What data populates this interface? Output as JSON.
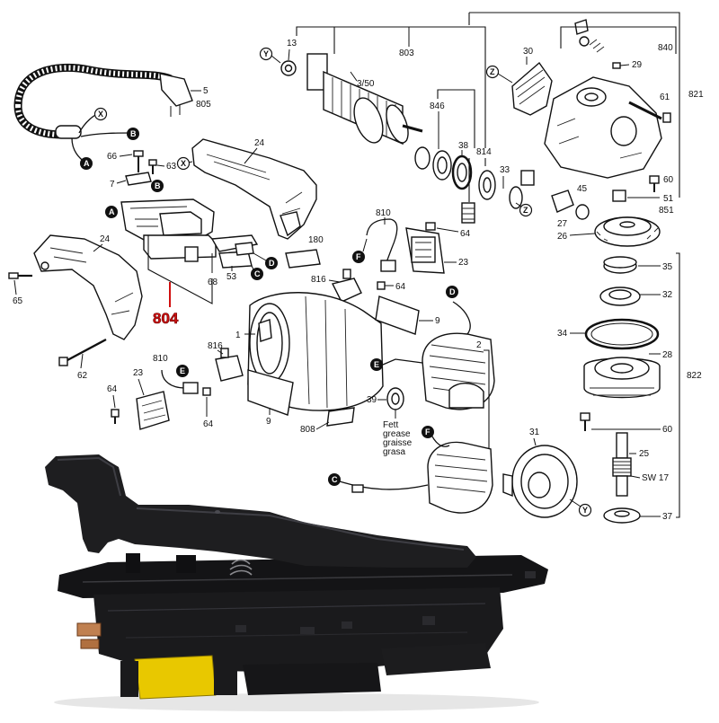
{
  "highlight": {
    "label": "804",
    "color": "#d01010"
  },
  "callouts": {
    "n5": "5",
    "n805": "805",
    "n13": "13",
    "n350": "3/50",
    "n803": "803",
    "n846": "846",
    "n38": "38",
    "n814": "814",
    "n33": "33",
    "n30": "30",
    "n840": "840",
    "n29": "29",
    "n821": "821",
    "n61": "61",
    "n60a": "60",
    "n51": "51",
    "n851": "851",
    "n45": "45",
    "n27": "27",
    "n26": "26",
    "n24a": "24",
    "n24b": "24",
    "n66": "66",
    "n63": "63",
    "n7": "7",
    "n68": "68",
    "n53": "53",
    "n65": "65",
    "n62": "62",
    "n810a": "810",
    "n64a": "64",
    "n180": "180",
    "n23a": "23",
    "n816a": "816",
    "n64b": "64",
    "n1": "1",
    "n9a": "9",
    "n2": "2",
    "n35": "35",
    "n32": "32",
    "n34": "34",
    "n28": "28",
    "n822": "822",
    "n60b": "60",
    "n25": "25",
    "sw17": "SW 17",
    "n37": "37",
    "n31": "31",
    "n816b": "816",
    "n810b": "810",
    "n23b": "23",
    "n64c": "64",
    "n64d": "64",
    "n9b": "9",
    "n808": "808",
    "n39": "39"
  },
  "grease_note": [
    "Fett",
    "grease",
    "graisse",
    "grasa"
  ],
  "connectors": {
    "A": "A",
    "B": "B",
    "C": "C",
    "D": "D",
    "E": "E",
    "F": "F",
    "X": "X",
    "Y": "Y",
    "Z": "Z"
  },
  "colors": {
    "switch_body": "#1a1a1c",
    "switch_highlight": "#3a3a3e",
    "yellow_cap": "#e8c800",
    "terminal": "#c08050"
  }
}
